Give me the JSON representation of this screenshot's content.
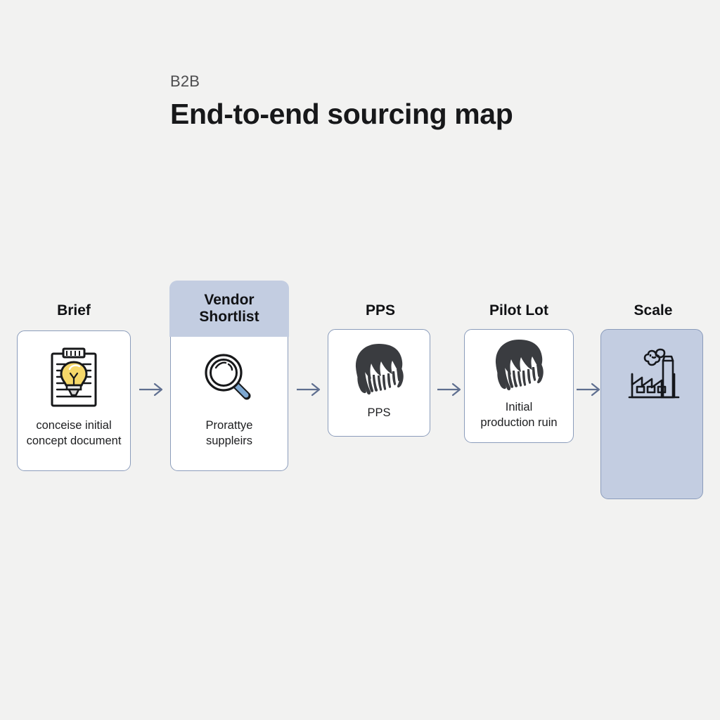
{
  "header": {
    "eyebrow": "B2B",
    "headline": "End-to-end sourcing map"
  },
  "colors": {
    "background": "#f2f2f1",
    "card_border": "#8b9cbb",
    "card_fill": "#ffffff",
    "card_tint": "#c3cde1",
    "arrow": "#5f6f90",
    "bulb_yellow": "#f6d869",
    "lens_blue": "#7da7d0",
    "hair_dark": "#3a3c40",
    "title_text": "#101114"
  },
  "flow": {
    "steps": [
      {
        "id": "brief",
        "title": "Brief",
        "title_inside": false,
        "icon": "clipboard-lightbulb-icon",
        "caption": "conceise initial concept document",
        "caption_lines": [
          "conceise initial",
          "concept document"
        ],
        "filled": false
      },
      {
        "id": "vendor-shortlist",
        "title": "Vendor Shortlist",
        "title_inside": true,
        "title_lines": [
          "Vendor",
          "Shortlist"
        ],
        "icon": "magnifier-icon",
        "caption": "Prorattye suppleirs",
        "caption_lines": [
          "Prorattye",
          "suppleirs"
        ],
        "filled": false
      },
      {
        "id": "pps",
        "title": "PPS",
        "title_inside": false,
        "icon": "hair-sketch-icon",
        "caption": "PPS",
        "caption_lines": [
          "PPS"
        ],
        "filled": false
      },
      {
        "id": "pilot-lot",
        "title": "Pilot Lot",
        "title_inside": false,
        "icon": "hair-sketch-icon",
        "caption": "Initial production ruin",
        "caption_lines": [
          "Initial",
          "production ruin"
        ],
        "filled": false
      },
      {
        "id": "scale",
        "title": "Scale",
        "title_inside": false,
        "icon": "factory-icon",
        "caption": "",
        "caption_lines": [],
        "filled": true
      }
    ],
    "connectors": [
      {
        "id": "arrow-brief-to-vendor",
        "glyph": "arrow-right-icon"
      },
      {
        "id": "arrow-vendor-to-pps",
        "glyph": "arrow-right-icon"
      },
      {
        "id": "arrow-pps-to-pilot",
        "glyph": "arrow-right-icon"
      },
      {
        "id": "arrow-pilot-to-scale",
        "glyph": "arrow-right-icon"
      }
    ]
  }
}
